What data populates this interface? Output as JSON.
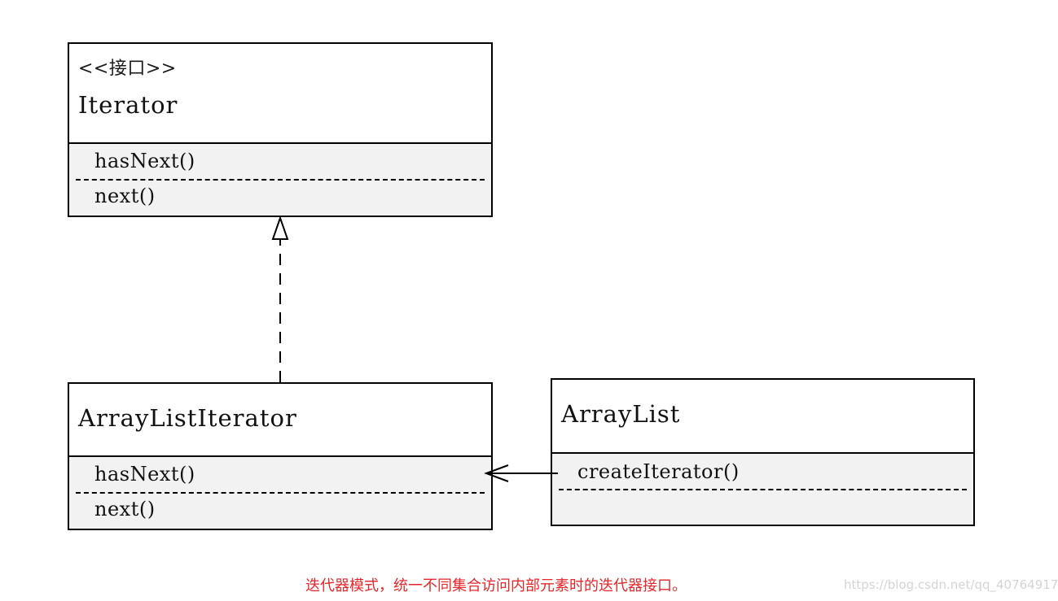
{
  "diagram": {
    "classes": [
      {
        "id": "iterator",
        "stereotype": "<<接口>>",
        "name": "Iterator",
        "operations": [
          "hasNext()",
          "next()"
        ]
      },
      {
        "id": "arraylist-iterator",
        "stereotype": "",
        "name": "ArrayListIterator",
        "operations": [
          "hasNext()",
          "next()"
        ]
      },
      {
        "id": "arraylist",
        "stereotype": "",
        "name": "ArrayList",
        "operations": [
          "createIterator()"
        ]
      }
    ],
    "relationships": [
      {
        "type": "realization",
        "from": "ArrayListIterator",
        "to": "Iterator"
      },
      {
        "type": "association",
        "from": "ArrayList",
        "to": "ArrayListIterator"
      }
    ],
    "caption": "迭代器模式，统一不同集合访问内部元素时的迭代器接口。",
    "watermark": "https://blog.csdn.net/qq_40764917"
  },
  "colors": {
    "border": "#000000",
    "compartment_fill": "#f2f2f2",
    "caption": "#e5262a",
    "watermark": "#d4d4d4"
  }
}
